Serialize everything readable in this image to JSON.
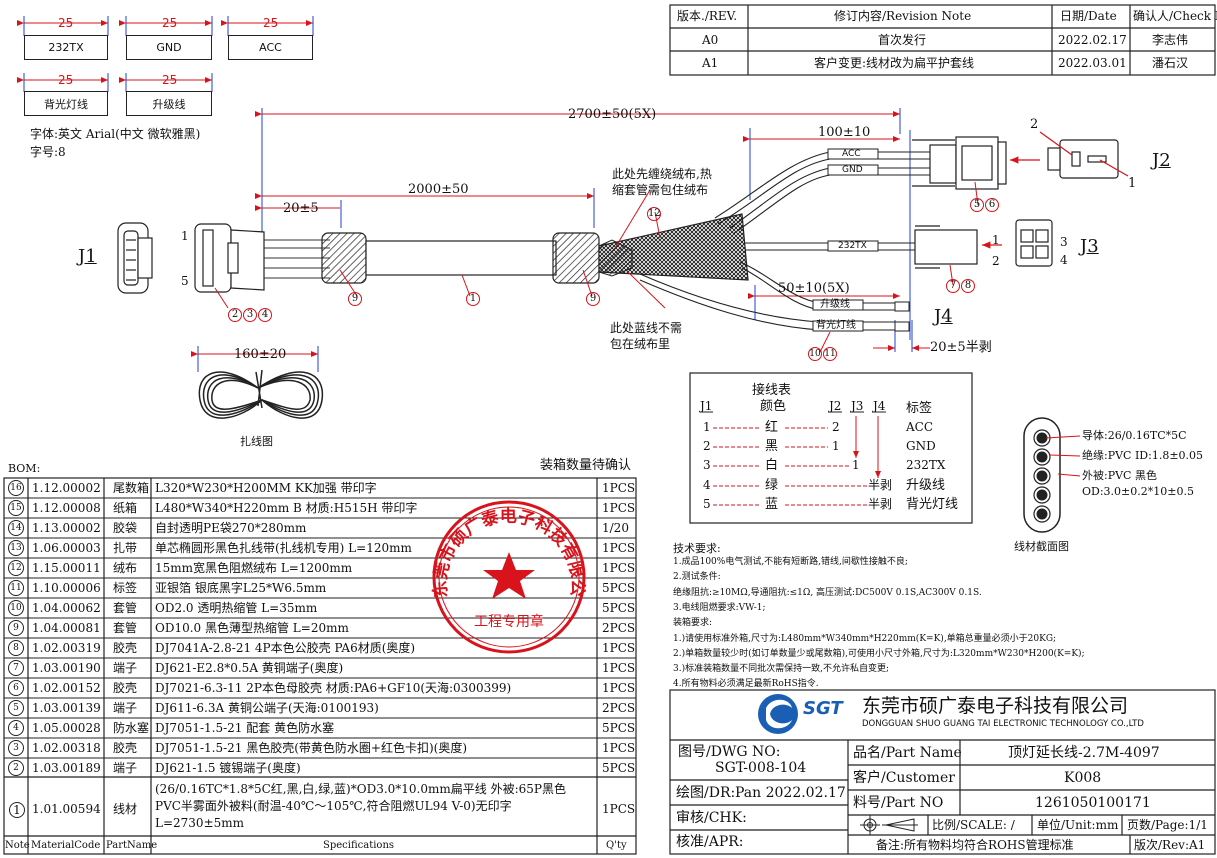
{
  "labels_top": [
    {
      "dim": "25",
      "text": "232TX"
    },
    {
      "dim": "25",
      "text": "GND"
    },
    {
      "dim": "25",
      "text": "ACC"
    },
    {
      "dim": "25",
      "text": "背光灯线"
    },
    {
      "dim": "25",
      "text": "升级线"
    }
  ],
  "font_note": {
    "line1": "字体:英文 Arial(中文 微软雅黑)",
    "line2": "字号:8"
  },
  "revision": {
    "headers": [
      "版本./REV.",
      "修订内容/Revision Note",
      "日期/Date",
      "确认人/Check By"
    ],
    "rows": [
      {
        "rev": "A0",
        "note": "首次发行",
        "date": "2022.02.17",
        "by": "李志伟"
      },
      {
        "rev": "A1",
        "note": "客户变更:线材改为扁平护套线",
        "date": "2022.03.01",
        "by": "潘石汉"
      }
    ]
  },
  "drawing": {
    "dim_total": "2700±50(5X)",
    "dim_2000": "2000±50",
    "dim_20": "20±5",
    "dim_100": "100±10",
    "dim_50": "50±10(5X)",
    "dim_20_strip": "20±5半剥",
    "dim_160": "160±20",
    "note_wrap": [
      "此处先缠绕绒布,热",
      "缩套管需包住绒布"
    ],
    "note_blue": [
      "此处蓝线不需",
      "包在绒布里"
    ],
    "bundle_label": "扎线图",
    "j1": "J1",
    "j2": "J2",
    "j3": "J3",
    "j4": "J4",
    "wire_acc": "ACC",
    "wire_gnd": "GND",
    "wire_232": "232TX",
    "wire_upgrade": "升级线",
    "wire_backlight": "背光灯线",
    "balloons": {
      "b1": "1",
      "b9": "9",
      "b12": "12",
      "b234": [
        "2",
        "3",
        "4"
      ],
      "b56": [
        "5",
        "6"
      ],
      "b78": [
        "7",
        "8"
      ],
      "b1011": [
        "10",
        "11"
      ]
    },
    "pins": {
      "j1_top": "1",
      "j1_bot": "5",
      "j2_2": "2",
      "j2_1": "1",
      "j3_1": "1",
      "j3_2": "2",
      "j3_3": "3",
      "j3_4": "4"
    }
  },
  "wiring_table": {
    "title": "接线表",
    "headers": {
      "j1": "J1",
      "color": "颜色",
      "j2": "J2",
      "j3": "J3",
      "j4": "J4",
      "label": "标签"
    },
    "rows": [
      {
        "j1": "1",
        "color": "红",
        "to": "2",
        "label": "ACC"
      },
      {
        "j1": "2",
        "color": "黑",
        "to": "1",
        "label": "GND"
      },
      {
        "j1": "3",
        "color": "白",
        "to": "1",
        "label": "232TX"
      },
      {
        "j1": "4",
        "color": "绿",
        "to": "半剥",
        "label": "升级线"
      },
      {
        "j1": "5",
        "color": "蓝",
        "to": "半剥",
        "label": "背光灯线"
      }
    ]
  },
  "cross_section": {
    "conductor": "导体:26/0.16TC*5C",
    "insulation": "绝缘:PVC ID:1.8±0.05",
    "jacket": "外被:PVC 黑色",
    "od": "OD:3.0±0.2*10±0.5",
    "caption": "线材截面图"
  },
  "bom": {
    "title": "BOM:",
    "packing_note": "装箱数量待确认",
    "headers": [
      "Note",
      "MaterialCode",
      "PartName",
      "Specifications",
      "Q'ty"
    ],
    "rows": [
      {
        "note": "16",
        "code": "1.12.00002",
        "name": "尾数箱",
        "spec": "L320*W230*H200MM KK加强 带印字",
        "qty": "1PCS"
      },
      {
        "note": "15",
        "code": "1.12.00008",
        "name": "纸箱",
        "spec": "L480*W340*H220mm B 材质:H515H 带印字",
        "qty": "1PCS"
      },
      {
        "note": "14",
        "code": "1.13.00002",
        "name": "胶袋",
        "spec": "自封透明PE袋270*280mm",
        "qty": "1/20"
      },
      {
        "note": "13",
        "code": "1.06.00003",
        "name": "扎带",
        "spec": "单芯椭圆形黑色扎线带(扎线机专用) L=120mm",
        "qty": "1PCS"
      },
      {
        "note": "12",
        "code": "1.15.00011",
        "name": "绒布",
        "spec": "15mm宽黑色阻燃绒布 L=1200mm",
        "qty": "1PCS"
      },
      {
        "note": "11",
        "code": "1.10.00006",
        "name": "标签",
        "spec": "亚银箔 银底黑字L25*W6.5mm",
        "qty": "5PCS"
      },
      {
        "note": "10",
        "code": "1.04.00062",
        "name": "套管",
        "spec": "OD2.0 透明热缩管 L=35mm",
        "qty": "5PCS"
      },
      {
        "note": "9",
        "code": "1.04.00081",
        "name": "套管",
        "spec": "OD10.0 黑色薄型热缩管 L=20mm",
        "qty": "2PCS"
      },
      {
        "note": "8",
        "code": "1.02.00319",
        "name": "胶壳",
        "spec": "DJ7041A-2.8-21 4P本色公胶壳 PA6材质(奥度)",
        "qty": "1PCS"
      },
      {
        "note": "7",
        "code": "1.03.00190",
        "name": "端子",
        "spec": "DJ621-E2.8*0.5A 黄铜端子(奥度)",
        "qty": "1PCS"
      },
      {
        "note": "6",
        "code": "1.02.00152",
        "name": "胶壳",
        "spec": "DJ7021-6.3-11 2P本色母胶壳 材质:PA6+GF10(天海:0300399)",
        "qty": "1PCS"
      },
      {
        "note": "5",
        "code": "1.03.00139",
        "name": "端子",
        "spec": "DJ611-6.3A 黄铜公端子(天海:0100193)",
        "qty": "2PCS"
      },
      {
        "note": "4",
        "code": "1.05.00028",
        "name": "防水塞",
        "spec": "DJ7051-1.5-21 配套 黄色防水塞",
        "qty": "5PCS"
      },
      {
        "note": "3",
        "code": "1.02.00318",
        "name": "胶壳",
        "spec": "DJ7051-1.5-21 黑色胶壳(带黄色防水圈+红色卡扣)(奥度)",
        "qty": "1PCS"
      },
      {
        "note": "2",
        "code": "1.03.00189",
        "name": "端子",
        "spec": "DJ621-1.5 镀锡端子(奥度)",
        "qty": "5PCS"
      }
    ],
    "row1": {
      "note": "1",
      "code": "1.01.00594",
      "name": "线材",
      "spec": [
        "(26/0.16TC*1.8*5C红,黑,白,绿,蓝)*OD3.0*10.0mm扁平线 外被:65P黑色",
        "PVC半雾面外被料(耐温-40℃～105℃,符合阻燃UL94 V-0)无印字",
        "L=2730±5mm"
      ],
      "qty": "1PCS"
    }
  },
  "stamp": {
    "top": "东莞市硕广泰电子科技有限公司",
    "bottom": "工程专用章"
  },
  "tech": {
    "title": "技术要求:",
    "lines": [
      "1.成品100%电气测试,不能有短断路,错线,间歇性接触不良;",
      "2.测试条件:",
      "   绝缘阻抗:≥10MΩ,导通阻抗:≤1Ω, 高压测试:DC500V 0.1S,AC300V 0.1S.",
      "3.电线阻燃要求:VW-1;",
      "装箱要求:",
      " 1.)请使用标准外箱,尺寸为:L480mm*W340mm*H220mm(K=K),单箱总重量必须小于20KG;",
      " 2.)单箱数量较少时(如订单数量少或尾数箱),可使用小尺寸外箱,尺寸为:L320mm*W230*H200(K=K);",
      " 3.)标准装箱数量不同批次需保持一致,不允许私自变更;",
      "4.所有物料必须满足最新RoHS指令."
    ]
  },
  "title_block": {
    "company_cn": "东莞市硕广泰电子科技有限公司",
    "company_en": "DONGGUAN SHUO GUANG TAI ELECTRONIC TECHNOLOGY CO.,LTD",
    "logo_text": "SGT",
    "dwg_label": "图号/DWG NO:",
    "dwg_no": "SGT-008-104",
    "dr_label": "绘图/DR:",
    "dr_value": "Pan 2022.02.17",
    "chk_label": "审核/CHK:",
    "apr_label": "核准/APR:",
    "name_label": "品名/Part Name",
    "name_value": "顶灯延长线-2.7M-4097",
    "cust_label": "客户/Customer",
    "cust_value": "K008",
    "pno_label": "料号/Part NO",
    "pno_value": "1261050100171",
    "scale": "比例/SCALE: /",
    "unit": "单位/Unit:mm",
    "page": "页数/Page:1/1",
    "rohs": "备注:所有物料均符合ROHS管理标准",
    "rev": "版次/Rev:A1"
  }
}
